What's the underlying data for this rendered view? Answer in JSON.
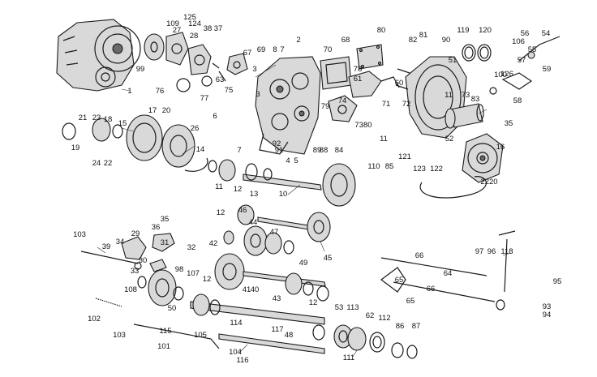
{
  "colors": {
    "ink": "#1a1a1a",
    "paper": "#ffffff",
    "shade": "#d9d9d9"
  },
  "callouts": [
    "1",
    "2",
    "3",
    "3",
    "4",
    "5",
    "6",
    "7",
    "7",
    "8",
    "10",
    "11",
    "11",
    "11",
    "12",
    "12",
    "12",
    "12",
    "13",
    "14",
    "15",
    "16",
    "17",
    "18",
    "19",
    "20",
    "21",
    "22",
    "23",
    "24",
    "26",
    "27",
    "28",
    "29",
    "30",
    "31",
    "32",
    "33",
    "34",
    "35",
    "35",
    "36",
    "37",
    "38",
    "39",
    "40",
    "41",
    "42",
    "43",
    "44",
    "45",
    "46",
    "47",
    "48",
    "49",
    "50",
    "51",
    "52",
    "53",
    "54",
    "55",
    "56",
    "57",
    "58",
    "59",
    "60",
    "61",
    "62",
    "63",
    "64",
    "65",
    "65",
    "66",
    "66",
    "67",
    "68",
    "69",
    "70",
    "71",
    "72",
    "73",
    "74",
    "75",
    "76",
    "77",
    "78",
    "79",
    "80",
    "81",
    "82",
    "83",
    "84",
    "85",
    "86",
    "87",
    "88",
    "89",
    "90",
    "91",
    "92",
    "93",
    "94",
    "95",
    "96",
    "97",
    "98",
    "99",
    "100",
    "101",
    "102",
    "103",
    "103",
    "104",
    "105",
    "106",
    "107",
    "108",
    "109",
    "110",
    "111",
    "112",
    "113",
    "114",
    "115",
    "116",
    "117",
    "118",
    "119",
    "120",
    "121",
    "122",
    "123",
    "124",
    "125",
    "126",
    "2220",
    "7380"
  ],
  "drawing": {
    "icons": [
      "gearbox-casing-icon",
      "bell-housing-icon",
      "clutch-housing-icon",
      "gear-icon",
      "shaft-icon",
      "cable-icon",
      "shift-lever-icon",
      "spring-icon",
      "bearing-icon",
      "washer-icon",
      "bolt-icon",
      "shift-fork-icon",
      "shift-rail-icon"
    ]
  }
}
